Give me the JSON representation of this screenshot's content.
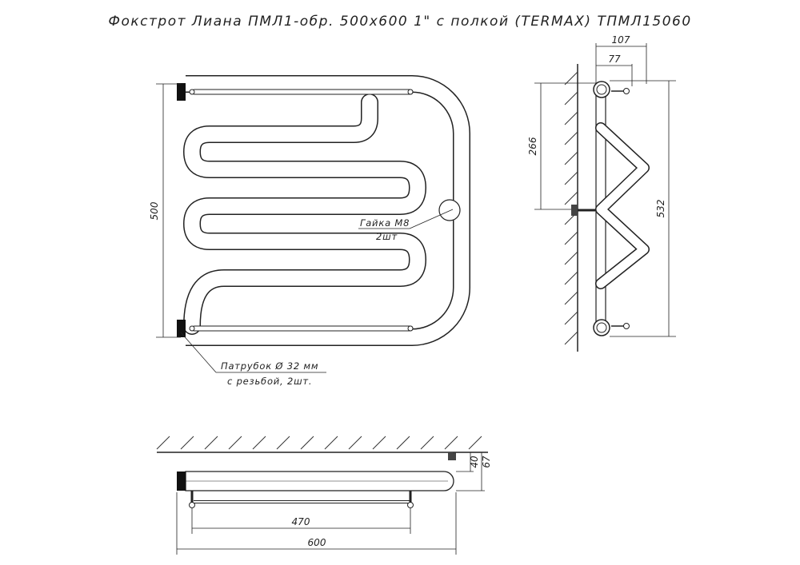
{
  "title": "Фокстрот Лиана ПМЛ1-обр. 500x600 1\"  с полкой (TERMAX) ТПМЛ15060",
  "dimensions": {
    "height_500": "500",
    "depth_107": "107",
    "depth_77": "77",
    "wall_266": "266",
    "side_532": "532",
    "d40": "40",
    "d67": "67",
    "width_470": "470",
    "width_600": "600"
  },
  "callouts": {
    "nut_line1": "Гайка М8",
    "nut_line2": "2шт",
    "pipe_line1": "Патрубок Ø 32 мм",
    "pipe_line2": "с резьбой, 2шт."
  },
  "colors": {
    "ink": "#222222",
    "background": "#ffffff"
  }
}
